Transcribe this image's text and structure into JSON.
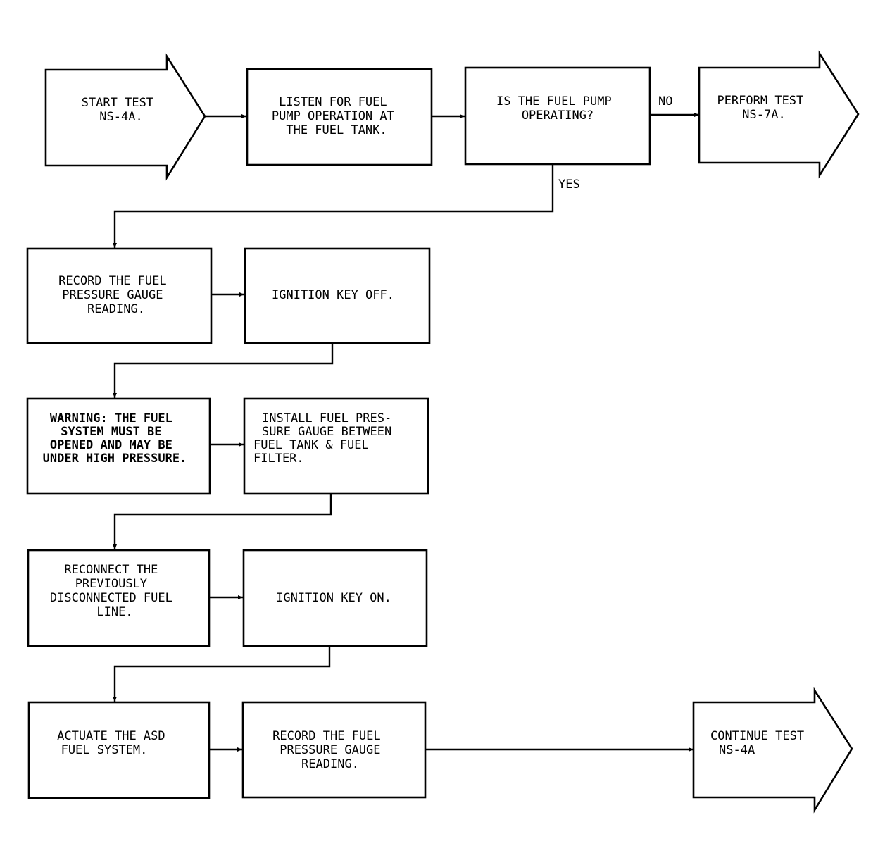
{
  "nodes": {
    "start": [
      "START TEST",
      "NS-4A."
    ],
    "listen": [
      "LISTEN FOR FUEL",
      "PUMP OPERATION AT",
      "THE FUEL TANK."
    ],
    "decision": [
      "IS THE FUEL PUMP",
      "OPERATING?"
    ],
    "perform": [
      "PERFORM TEST",
      "NS-7A."
    ],
    "record1": [
      "RECORD THE FUEL",
      "PRESSURE GAUGE",
      "READING."
    ],
    "keyoff": [
      "IGNITION KEY OFF."
    ],
    "warning": [
      "WARNING: THE FUEL",
      "SYSTEM MUST BE",
      "OPENED AND MAY BE",
      "UNDER HIGH PRESSURE."
    ],
    "install": [
      "INSTALL FUEL PRES-",
      "SURE GAUGE BETWEEN",
      "FUEL TANK & FUEL",
      "FILTER."
    ],
    "reconnect": [
      "RECONNECT THE",
      "PREVIOUSLY",
      "DISCONNECTED FUEL",
      "LINE."
    ],
    "keyon": [
      "IGNITION KEY ON."
    ],
    "actuate": [
      "ACTUATE THE ASD",
      "FUEL SYSTEM."
    ],
    "record2": [
      "RECORD THE FUEL",
      "PRESSURE GAUGE",
      "READING."
    ],
    "continue": [
      "CONTINUE TEST",
      "NS-4A"
    ]
  },
  "labels": {
    "no": "NO",
    "yes": "YES"
  }
}
